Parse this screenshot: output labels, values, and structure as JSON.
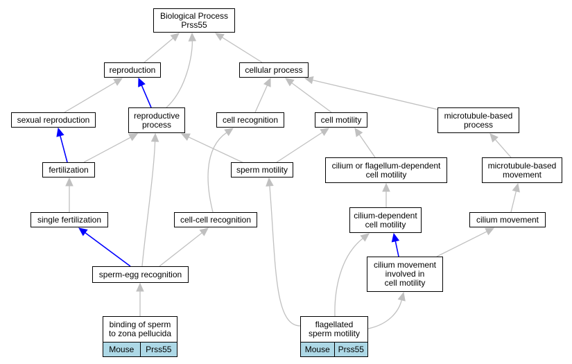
{
  "diagram": {
    "edge_colors": {
      "gray": "#c0c0c0",
      "blue": "#0000ff"
    },
    "nodes": [
      {
        "id": "root",
        "lines": [
          "Biological Process",
          "Prss55"
        ]
      },
      {
        "id": "reproduction",
        "lines": [
          "reproduction"
        ]
      },
      {
        "id": "cellular",
        "lines": [
          "cellular process"
        ]
      },
      {
        "id": "sexual",
        "lines": [
          "sexual reproduction"
        ]
      },
      {
        "id": "reproductive",
        "lines": [
          "reproductive",
          "process"
        ]
      },
      {
        "id": "cellrec",
        "lines": [
          "cell recognition"
        ]
      },
      {
        "id": "cellmot",
        "lines": [
          "cell motility"
        ]
      },
      {
        "id": "mtproc",
        "lines": [
          "microtubule-based",
          "process"
        ]
      },
      {
        "id": "fert",
        "lines": [
          "fertilization"
        ]
      },
      {
        "id": "spermmot",
        "lines": [
          "sperm motility"
        ]
      },
      {
        "id": "cilflag",
        "lines": [
          "cilium or flagellum-dependent",
          "cell motility"
        ]
      },
      {
        "id": "mtmove",
        "lines": [
          "microtubule-based",
          "movement"
        ]
      },
      {
        "id": "singlefert",
        "lines": [
          "single fertilization"
        ]
      },
      {
        "id": "cellcell",
        "lines": [
          "cell-cell recognition"
        ]
      },
      {
        "id": "ciliumdep",
        "lines": [
          "cilium-dependent",
          "cell motility"
        ]
      },
      {
        "id": "cilmove",
        "lines": [
          "cilium movement"
        ]
      },
      {
        "id": "spermegg",
        "lines": [
          "sperm-egg recognition"
        ]
      },
      {
        "id": "cilmoveinv",
        "lines": [
          "cilium movement",
          "involved in",
          "cell motility"
        ]
      },
      {
        "id": "binding",
        "lines": [
          "binding of sperm",
          "to zona pellucida"
        ],
        "footer": [
          "Mouse",
          "Prss55"
        ]
      },
      {
        "id": "flag",
        "lines": [
          "flagellated",
          "sperm motility"
        ],
        "footer": [
          "Mouse",
          "Prss55"
        ]
      }
    ],
    "edges": [
      {
        "from": "reproduction",
        "to": "root",
        "color": "gray"
      },
      {
        "from": "reproductive",
        "to": "root",
        "color": "gray"
      },
      {
        "from": "cellular",
        "to": "root",
        "color": "gray"
      },
      {
        "from": "sexual",
        "to": "reproduction",
        "color": "gray"
      },
      {
        "from": "reproductive",
        "to": "reproduction",
        "color": "blue"
      },
      {
        "from": "cellrec",
        "to": "cellular",
        "color": "gray"
      },
      {
        "from": "cellmot",
        "to": "cellular",
        "color": "gray"
      },
      {
        "from": "mtproc",
        "to": "cellular",
        "color": "gray"
      },
      {
        "from": "fert",
        "to": "sexual",
        "color": "blue"
      },
      {
        "from": "fert",
        "to": "reproductive",
        "color": "gray"
      },
      {
        "from": "spermmot",
        "to": "reproductive",
        "color": "gray"
      },
      {
        "from": "spermmot",
        "to": "cellmot",
        "color": "gray"
      },
      {
        "from": "cilflag",
        "to": "cellmot",
        "color": "gray"
      },
      {
        "from": "mtmove",
        "to": "mtproc",
        "color": "gray"
      },
      {
        "from": "singlefert",
        "to": "fert",
        "color": "gray"
      },
      {
        "from": "cellcell",
        "to": "cellrec",
        "color": "gray"
      },
      {
        "from": "ciliumdep",
        "to": "cilflag",
        "color": "gray"
      },
      {
        "from": "cilmove",
        "to": "mtmove",
        "color": "gray"
      },
      {
        "from": "spermegg",
        "to": "singlefert",
        "color": "blue"
      },
      {
        "from": "spermegg",
        "to": "reproductive",
        "color": "gray"
      },
      {
        "from": "spermegg",
        "to": "cellcell",
        "color": "gray"
      },
      {
        "from": "cilmoveinv",
        "to": "ciliumdep",
        "color": "blue"
      },
      {
        "from": "cilmoveinv",
        "to": "cilmove",
        "color": "gray"
      },
      {
        "from": "binding",
        "to": "spermegg",
        "color": "gray"
      },
      {
        "from": "flag",
        "to": "spermmot",
        "color": "gray"
      },
      {
        "from": "flag",
        "to": "ciliumdep",
        "color": "gray"
      },
      {
        "from": "flag",
        "to": "cilmoveinv",
        "color": "gray"
      }
    ]
  }
}
